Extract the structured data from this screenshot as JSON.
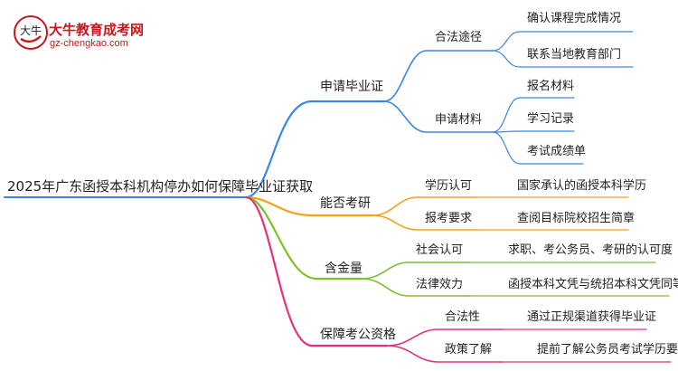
{
  "brand": {
    "title": "大牛教育成考网",
    "url": "gz-chengkao.com",
    "badge": "大牛"
  },
  "colors": {
    "blue": "#3a86e8",
    "orange": "#f3a21b",
    "green": "#7dc12e",
    "pink": "#e6307b",
    "brand_red": "#c8161d"
  },
  "mindmap": {
    "root": "2025年广东函授本科机构停办如何保障毕业证获取",
    "branches": [
      {
        "label": "申请毕业证",
        "children": [
          {
            "label": "合法途径",
            "children": [
              "确认课程完成情况",
              "联系当地教育部门"
            ]
          },
          {
            "label": "申请材料",
            "children": [
              "报名材料",
              "学习记录",
              "考试成绩单"
            ]
          }
        ]
      },
      {
        "label": "能否考研",
        "children": [
          {
            "label": "学历认可",
            "children": [
              "国家承认的函授本科学历"
            ]
          },
          {
            "label": "报考要求",
            "children": [
              "查阅目标院校招生简章"
            ]
          }
        ]
      },
      {
        "label": "含金量",
        "children": [
          {
            "label": "社会认可",
            "children": [
              "求职、考公务员、考研的认可度"
            ]
          },
          {
            "label": "法律效力",
            "children": [
              "函授本科文凭与统招本科文凭同等"
            ]
          }
        ]
      },
      {
        "label": "保障考公资格",
        "children": [
          {
            "label": "合法性",
            "children": [
              "通过正规渠道获得毕业证"
            ]
          },
          {
            "label": "政策了解",
            "children": [
              "提前了解公务员考试学历要求"
            ]
          }
        ]
      }
    ]
  }
}
